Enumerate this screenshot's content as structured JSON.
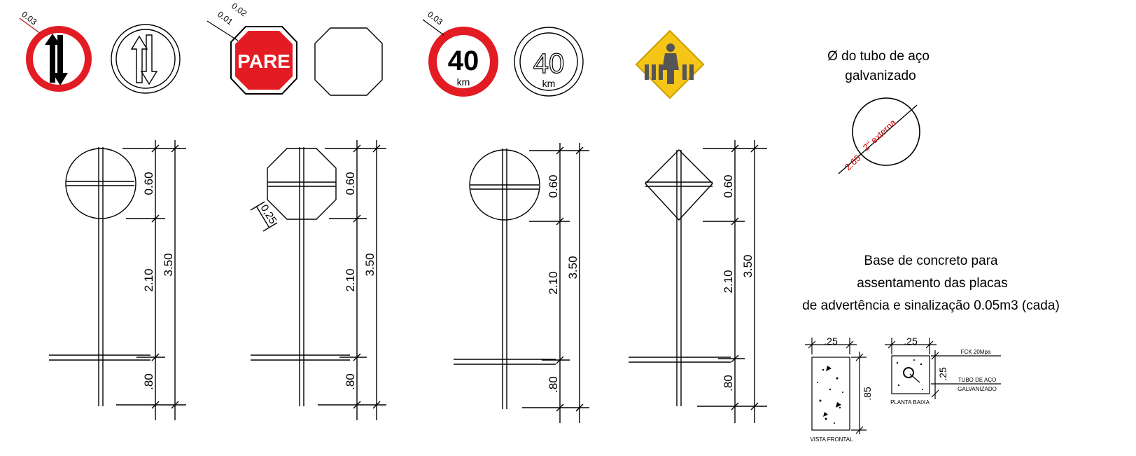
{
  "signs": {
    "s1_dim": "0.03",
    "s2_dim_a": "0.02",
    "s2_dim_b": "0.01",
    "stop_text": "PARE",
    "s3_dim": "0.03",
    "speed_value": "40",
    "speed_unit": "km"
  },
  "posts": {
    "sign_height": "0.60",
    "post_height": "2.10",
    "total_height": "3.50",
    "embed_depth": ".80",
    "octagon_side": "0,25"
  },
  "tube": {
    "title_line1": "Ø do tubo de aço",
    "title_line2": "galvanizado",
    "dim_a": "2.65",
    "dim_b": "2\" externa"
  },
  "base": {
    "title_line1": "Base de concreto para",
    "title_line2": "assentamento das placas",
    "title_line3": "de advertência e sinalização 0.05m3 (cada)",
    "front_width": ".25",
    "front_height": ".85",
    "front_label": "VISTA FRONTAL",
    "plan_width": ".25",
    "plan_depth": ".25",
    "plan_label": "PLANTA BAIXA",
    "fck_label": "FCK 20Mpa",
    "tube_label_1": "TUBO DE AÇO",
    "tube_label_2": "GALVANIZADO"
  },
  "colors": {
    "red": "#e31b23",
    "yellow": "#f5c518",
    "line": "#000000",
    "dim_text_red": "#cc0000"
  }
}
